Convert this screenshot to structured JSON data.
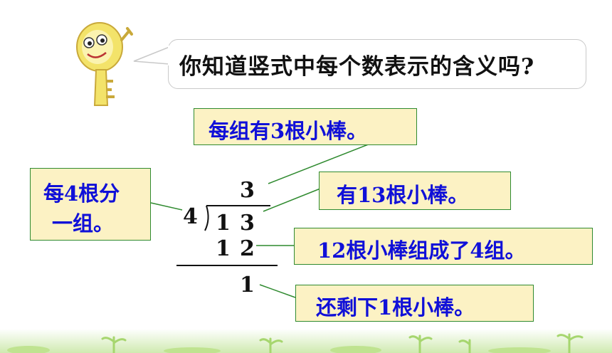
{
  "bubble": {
    "question": "你知道竖式中每个数表示的含义吗?"
  },
  "boxes": {
    "each_group": "每组有3根小棒。",
    "per_four_line1": "每4根分",
    "per_four_line2": "一组。",
    "total": "有13根小棒。",
    "twelve": "12根小棒组成了4组。",
    "remainder": "还剩下1根小棒。"
  },
  "division": {
    "quotient": "3",
    "divisor": "4",
    "dividend_tens": "1",
    "dividend_ones": "3",
    "product_tens": "1",
    "product_ones": "2",
    "remainder": "1"
  },
  "colors": {
    "box_fill": "#fcf2c4",
    "box_border": "#2f8a2f",
    "box_text": "#1010d8",
    "connector": "#2f8a2f",
    "mascot": "#f3e36a"
  },
  "icons": {
    "mascot": "smiling-key-character-icon"
  }
}
